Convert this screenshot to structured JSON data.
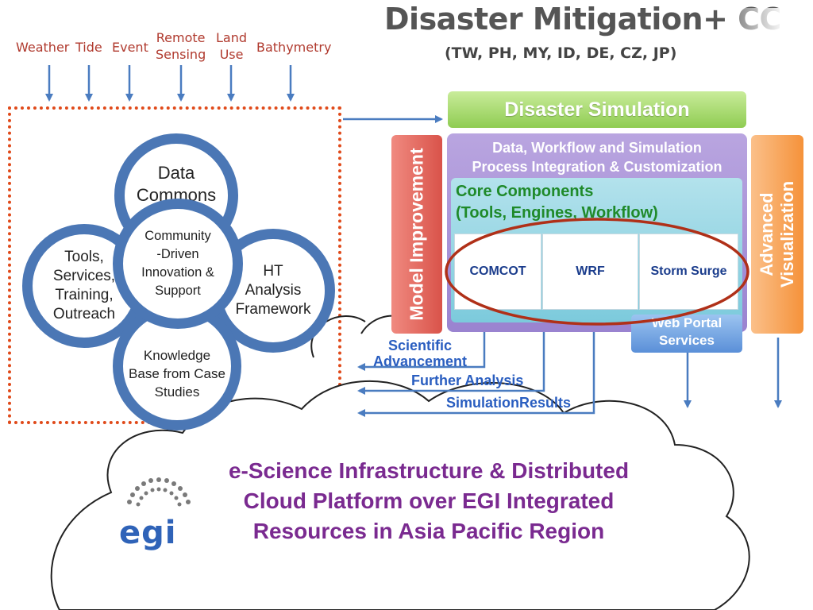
{
  "header": {
    "title": "Disaster Mitigation+ CC",
    "countries": "(TW, PH, MY, ID, DE, CZ, JP)"
  },
  "inputs": [
    "Weather",
    "Tide",
    "Event",
    "Remote\nSensing",
    "Land\nUse",
    "Bathymetry"
  ],
  "circles": {
    "top": "Data\nCommons",
    "center": "Community\n-Driven\nInnovation &\nSupport",
    "left": "Tools,\nServices,\nTraining,\nOutreach",
    "right": "HT\nAnalysis\nFramework",
    "bottom": "Knowledge\nBase from Case\nStudies"
  },
  "simulation": {
    "title": "Disaster Simulation",
    "model_improvement": "Model Improvement",
    "advanced_visualization": "Advanced\nVisualization",
    "process_title": "Data, Workflow and Simulation\nProcess Integration & Customization",
    "core_title": "Core Components\n(Tools, Engines, Workflow)",
    "components": [
      "COMCOT",
      "WRF",
      "Storm Surge"
    ],
    "web_portal": "Web Portal\nServices"
  },
  "feedback": {
    "scientific": "Scientific\nAdvancement",
    "further": "Further Analysis",
    "results": "SimulationResults"
  },
  "cloud": {
    "text": "e-Science Infrastructure & Distributed\nCloud Platform over EGI Integrated\nResources in Asia Pacific Region",
    "logo": "EGI"
  },
  "colors": {
    "ring_blue": "#4b77b5",
    "dotted_border": "#e04a1a",
    "green_bar": "#8fcc52",
    "model_red": "#d9534a",
    "viz_orange": "#f5923a",
    "purple": "#9a83d0",
    "teal": "#7ccadc",
    "ellipse": "#b03018",
    "cloud_text": "#7a2a90"
  }
}
